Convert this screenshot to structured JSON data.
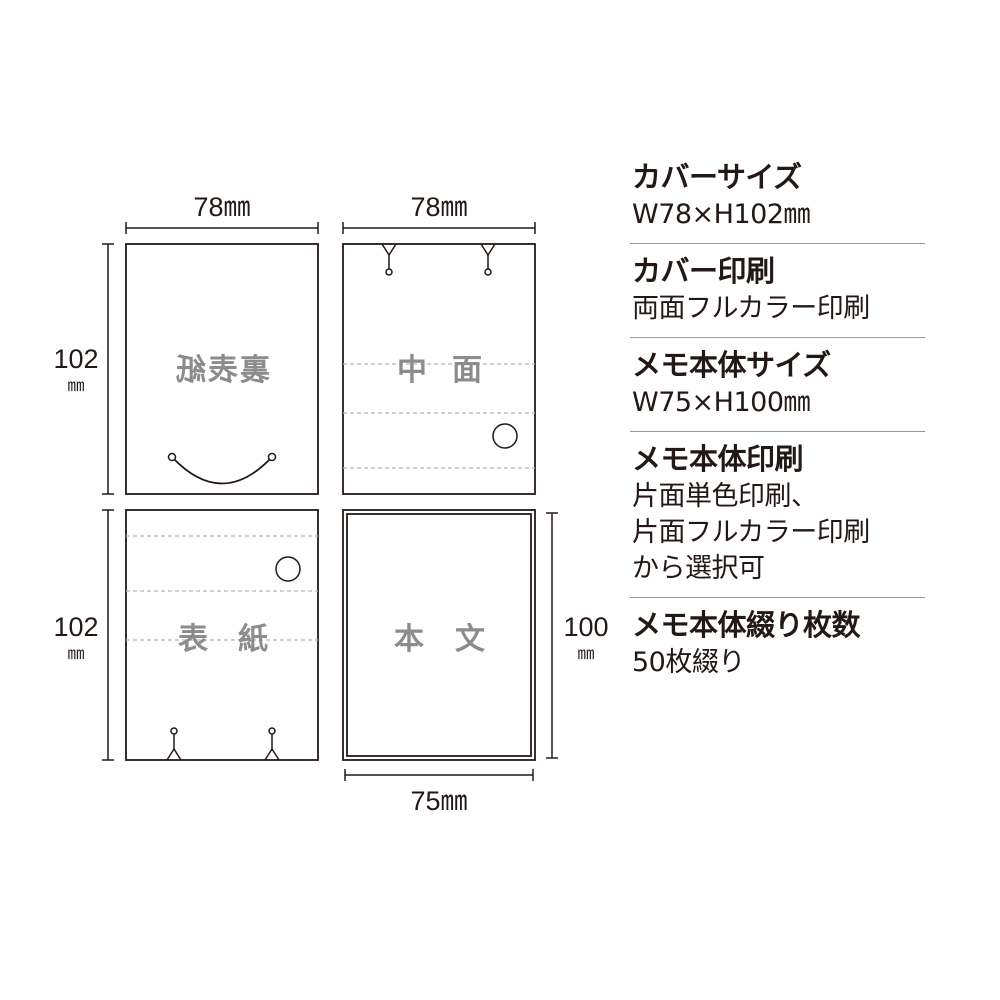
{
  "dimensions": {
    "top_left_width": "78㎜",
    "top_right_width": "78㎜",
    "left_upper_height": "102",
    "left_upper_unit": "㎜",
    "left_lower_height": "102",
    "left_lower_unit": "㎜",
    "right_lower_height": "100",
    "right_lower_unit": "㎜",
    "bottom_width": "75㎜"
  },
  "panels": {
    "back_cover": "裏表紙",
    "inner_face_1": "中",
    "inner_face_2": "面",
    "front_cover_1": "表",
    "front_cover_2": "紙",
    "body_text_1": "本",
    "body_text_2": "文"
  },
  "specs": [
    {
      "title": "カバーサイズ",
      "lines": [
        "W78×H102㎜"
      ]
    },
    {
      "title": "カバー印刷",
      "lines": [
        "両面フルカラー印刷"
      ]
    },
    {
      "title": "メモ本体サイズ",
      "lines": [
        "W75×H100㎜"
      ]
    },
    {
      "title": "メモ本体印刷",
      "lines": [
        "片面単色印刷、",
        "片面フルカラー印刷",
        "から選択可"
      ]
    },
    {
      "title": "メモ本体綴り枚数",
      "lines": [
        "50枚綴り"
      ]
    }
  ],
  "colors": {
    "line": "#231815",
    "label_gray": "#8c8c8c",
    "dashed": "#b5b5b5",
    "divider": "#9a9a9a"
  }
}
